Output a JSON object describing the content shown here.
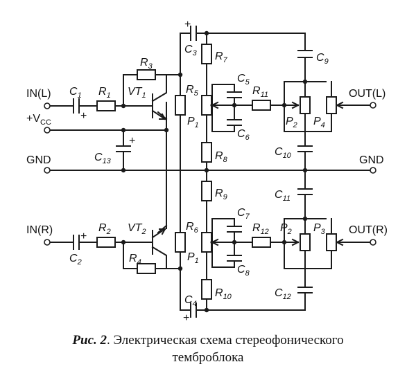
{
  "terminals": {
    "in_left": "IN(L)",
    "vcc": "+V",
    "vcc_sub": "CC",
    "gnd_left": "GND",
    "in_right": "IN(R)",
    "out_left": "OUT(L)",
    "gnd_right": "GND",
    "out_right": "OUT(R)"
  },
  "components": {
    "C1": {
      "letter": "C",
      "sub": "1"
    },
    "C2": {
      "letter": "C",
      "sub": "2"
    },
    "C3": {
      "letter": "C",
      "sub": "3"
    },
    "C4": {
      "letter": "C",
      "sub": "4"
    },
    "C5": {
      "letter": "C",
      "sub": "5"
    },
    "C6": {
      "letter": "C",
      "sub": "6"
    },
    "C7": {
      "letter": "C",
      "sub": "7"
    },
    "C8": {
      "letter": "C",
      "sub": "8"
    },
    "C9": {
      "letter": "C",
      "sub": "9"
    },
    "C10": {
      "letter": "C",
      "sub": "10"
    },
    "C11": {
      "letter": "C",
      "sub": "11"
    },
    "C12": {
      "letter": "C",
      "sub": "12"
    },
    "C13": {
      "letter": "C",
      "sub": "13"
    },
    "R1": {
      "letter": "R",
      "sub": "1"
    },
    "R2": {
      "letter": "R",
      "sub": "2"
    },
    "R3": {
      "letter": "R",
      "sub": "3"
    },
    "R4": {
      "letter": "R",
      "sub": "4"
    },
    "R5": {
      "letter": "R",
      "sub": "5"
    },
    "R6": {
      "letter": "R",
      "sub": "6"
    },
    "R7": {
      "letter": "R",
      "sub": "7"
    },
    "R8": {
      "letter": "R",
      "sub": "8"
    },
    "R9": {
      "letter": "R",
      "sub": "9"
    },
    "R10": {
      "letter": "R",
      "sub": "10"
    },
    "R11": {
      "letter": "R",
      "sub": "11"
    },
    "R12": {
      "letter": "R",
      "sub": "12"
    },
    "VT1": {
      "letter": "VT",
      "sub": "1"
    },
    "VT2": {
      "letter": "VT",
      "sub": "2"
    },
    "P1_top": {
      "letter": "P",
      "sub": "1"
    },
    "P1_bot": {
      "letter": "P",
      "sub": "1"
    },
    "P2_top": {
      "letter": "P",
      "sub": "2"
    },
    "P2_bot": {
      "letter": "P",
      "sub": "2"
    },
    "P3": {
      "letter": "P",
      "sub": "3"
    },
    "P4": {
      "letter": "P",
      "sub": "4"
    }
  },
  "polarity_mark": "+",
  "caption": {
    "figure_label": "Рис. 2",
    "line1": ". Электрическая схема стереофонического",
    "line2": "темброблока"
  }
}
